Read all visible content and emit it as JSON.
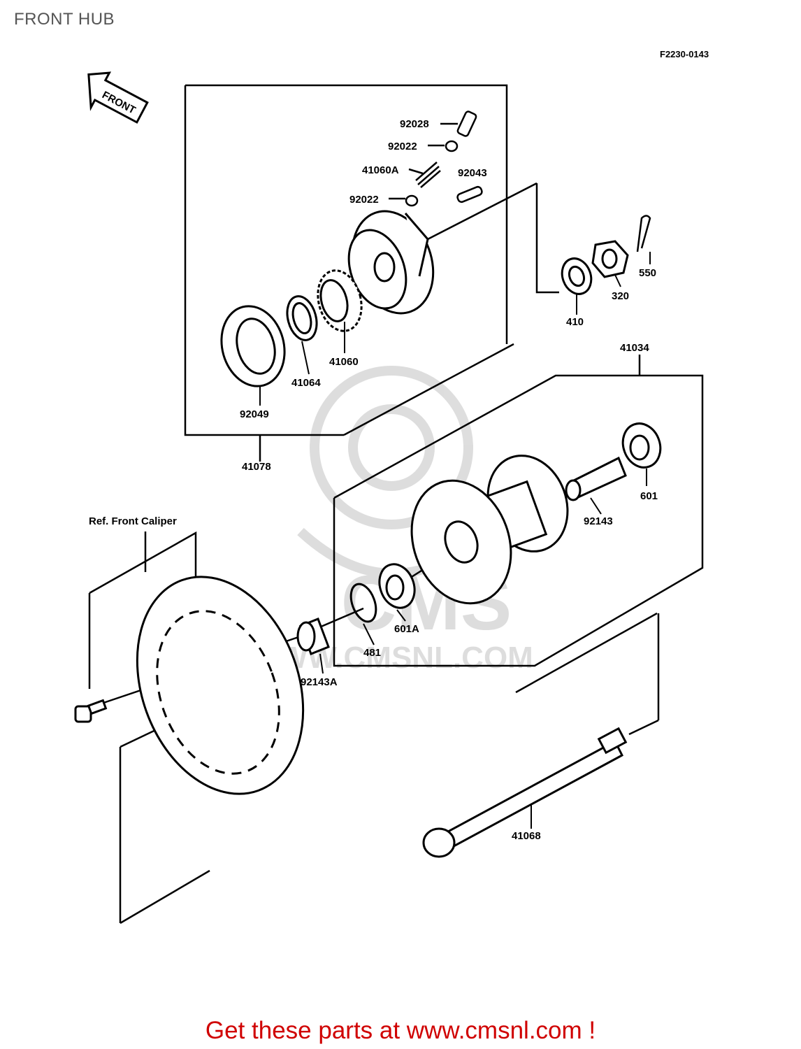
{
  "page": {
    "title": "FRONT HUB",
    "diagram_id": "F2230-0143",
    "footer_cta": "Get these parts at www.cmsnl.com !"
  },
  "front_arrow": {
    "label": "FRONT"
  },
  "callouts": {
    "ref_caliper": "Ref. Front Caliper"
  },
  "watermark": {
    "brand": "CMS",
    "url": "WWW.CMSNL.COM"
  },
  "parts": {
    "p92028": "92028",
    "p92022a": "92022",
    "p41060a": "41060A",
    "p92043": "92043",
    "p92022b": "92022",
    "p550": "550",
    "p320": "320",
    "p410": "410",
    "p41060": "41060",
    "p41064": "41064",
    "p92049": "92049",
    "p41078": "41078",
    "p41034": "41034",
    "p601": "601",
    "p92143": "92143",
    "p601a": "601A",
    "p481": "481",
    "p92143a": "92143A",
    "p41068": "41068"
  }
}
